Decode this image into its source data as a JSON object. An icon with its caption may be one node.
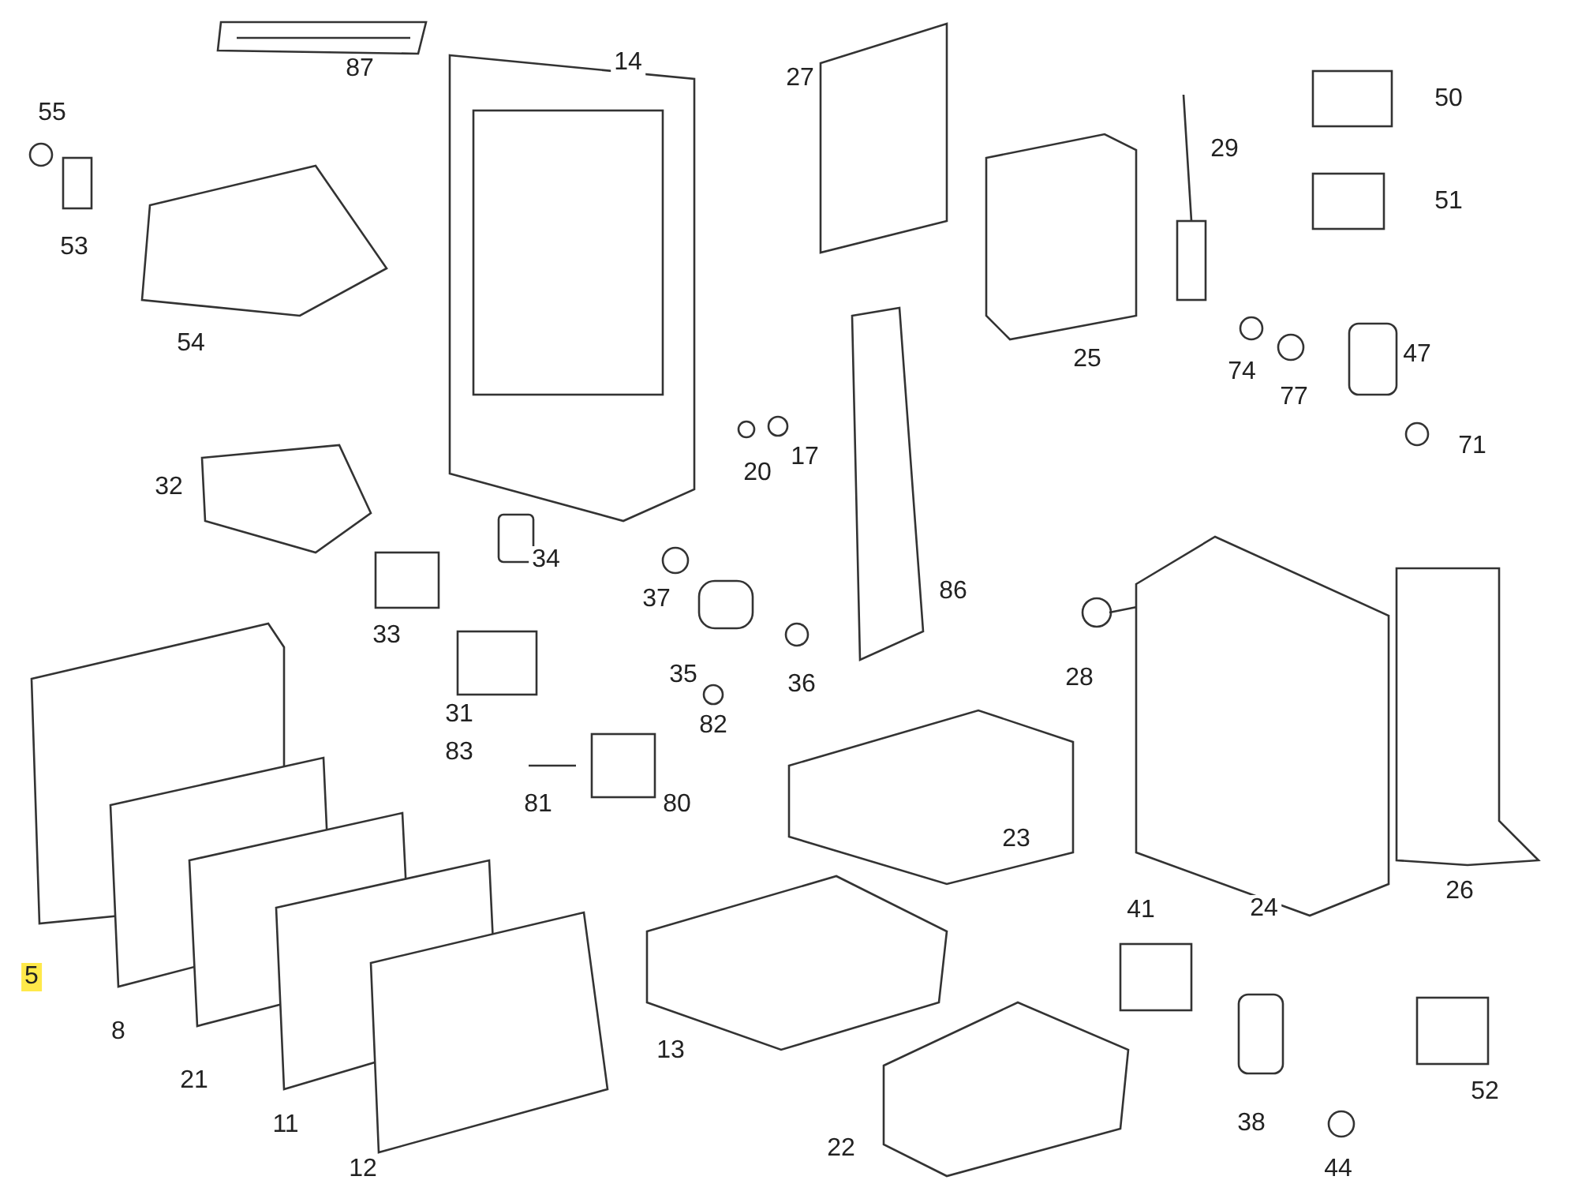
{
  "diagram": {
    "labels": [
      "87",
      "14",
      "27",
      "55",
      "29",
      "50",
      "53",
      "54",
      "51",
      "25",
      "74",
      "47",
      "77",
      "71",
      "20",
      "17",
      "32",
      "34",
      "86",
      "37",
      "33",
      "35",
      "36",
      "28",
      "31",
      "83",
      "82",
      "81",
      "80",
      "23",
      "24",
      "26",
      "5",
      "8",
      "41",
      "13",
      "21",
      "11",
      "52",
      "38",
      "22",
      "12",
      "44"
    ]
  }
}
